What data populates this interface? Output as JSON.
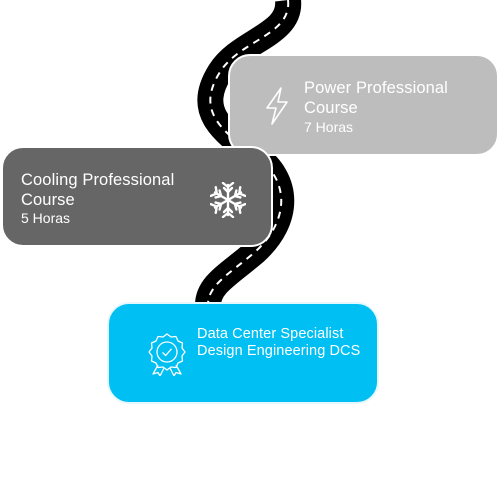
{
  "nodes": [
    {
      "id": "power",
      "title": "Power Professional Course",
      "duration": "7 Horas",
      "icon": "lightning-bolt-icon",
      "color": "#bdbdbd"
    },
    {
      "id": "cooling",
      "title": "Cooling Professional Course",
      "duration": "5 Horas",
      "icon": "snowflake-icon",
      "color": "#666666"
    },
    {
      "id": "dcs",
      "title": "Data Center Specialist Design Engineering DCS",
      "icon": "certificate-badge-icon",
      "color": "#00bff2"
    }
  ],
  "road": {
    "color": "#000000",
    "lane_marking_color": "#ffffff"
  }
}
